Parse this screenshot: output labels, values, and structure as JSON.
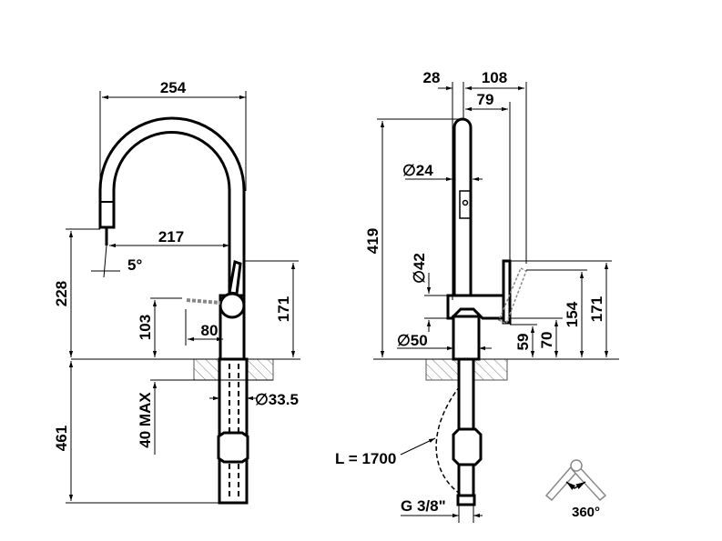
{
  "front_view": {
    "width": "254",
    "spout_reach": "217",
    "spray_angle": "5°",
    "spout_height": "228",
    "lever_height": "171",
    "lever_reach_height": "103",
    "lever_swing": "80",
    "under_length": "461",
    "deck_thickness": "40 MAX",
    "shank_diameter": "∅33.5"
  },
  "side_view": {
    "offset": "28",
    "depth": "108",
    "lever_depth": "79",
    "total_height": "419",
    "tube_diameter": "∅24",
    "body_diameter": "∅42",
    "base_diameter": "∅50",
    "h59": "59",
    "h70": "70",
    "h154": "154",
    "h171": "171",
    "hose_length": "L = 1700",
    "thread": "G 3/8\""
  },
  "rotation": {
    "label": "360°"
  }
}
